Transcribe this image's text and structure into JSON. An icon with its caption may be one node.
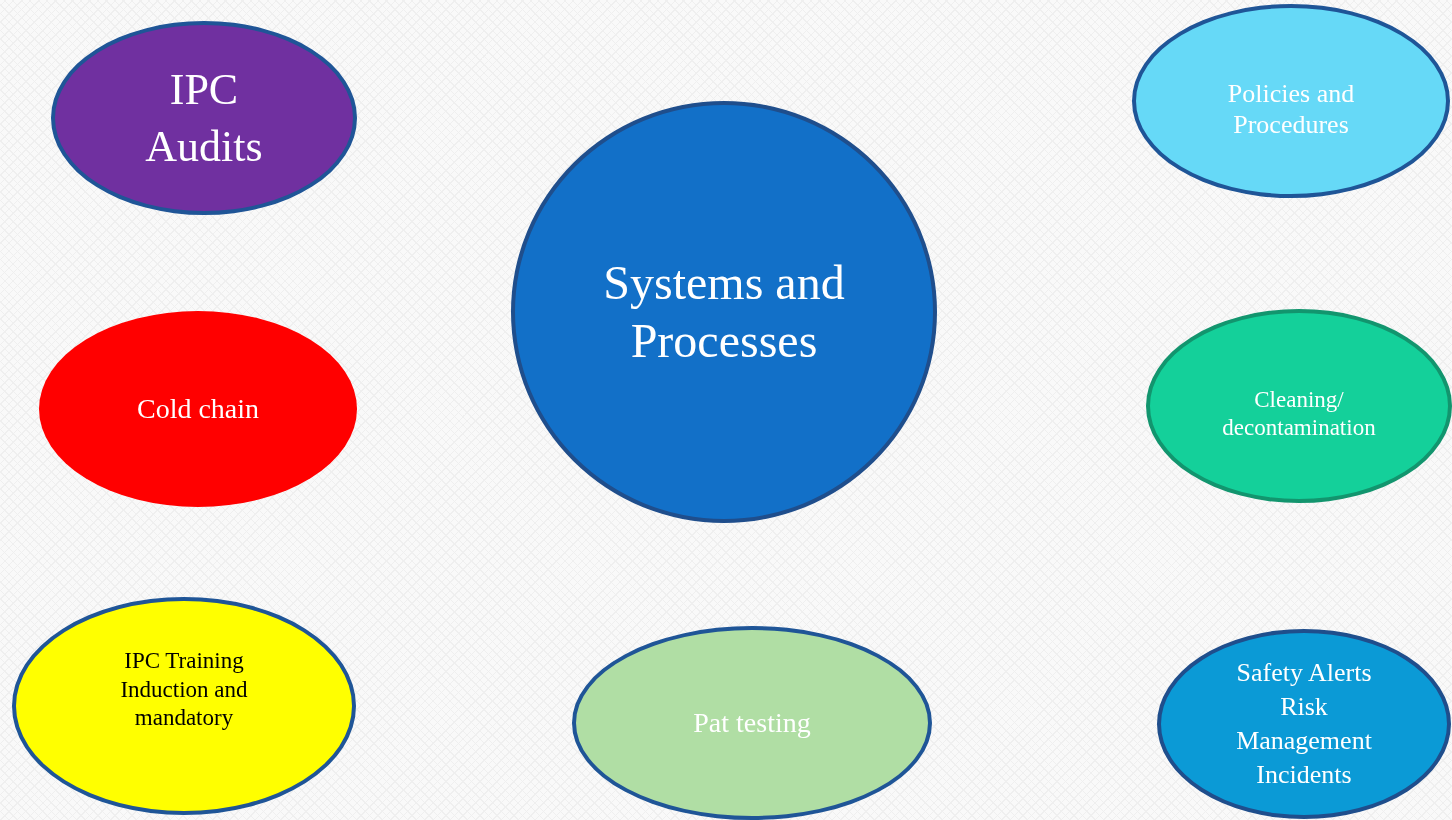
{
  "diagram": {
    "nodes": [
      {
        "text": [
          "IPC Audits"
        ]
      },
      {
        "text": [
          "Policies and Procedures"
        ]
      },
      {
        "text": [
          "Systems and Processes"
        ]
      },
      {
        "text": [
          "Cold chain"
        ]
      },
      {
        "text": [
          "Cleaning/ decontamination"
        ]
      },
      {
        "text": [
          "IPC Training Induction and mandatory"
        ]
      },
      {
        "text": [
          "Pat testing"
        ]
      },
      {
        "text": [
          "Safety Alerts Risk Management Incidents"
        ]
      }
    ]
  }
}
